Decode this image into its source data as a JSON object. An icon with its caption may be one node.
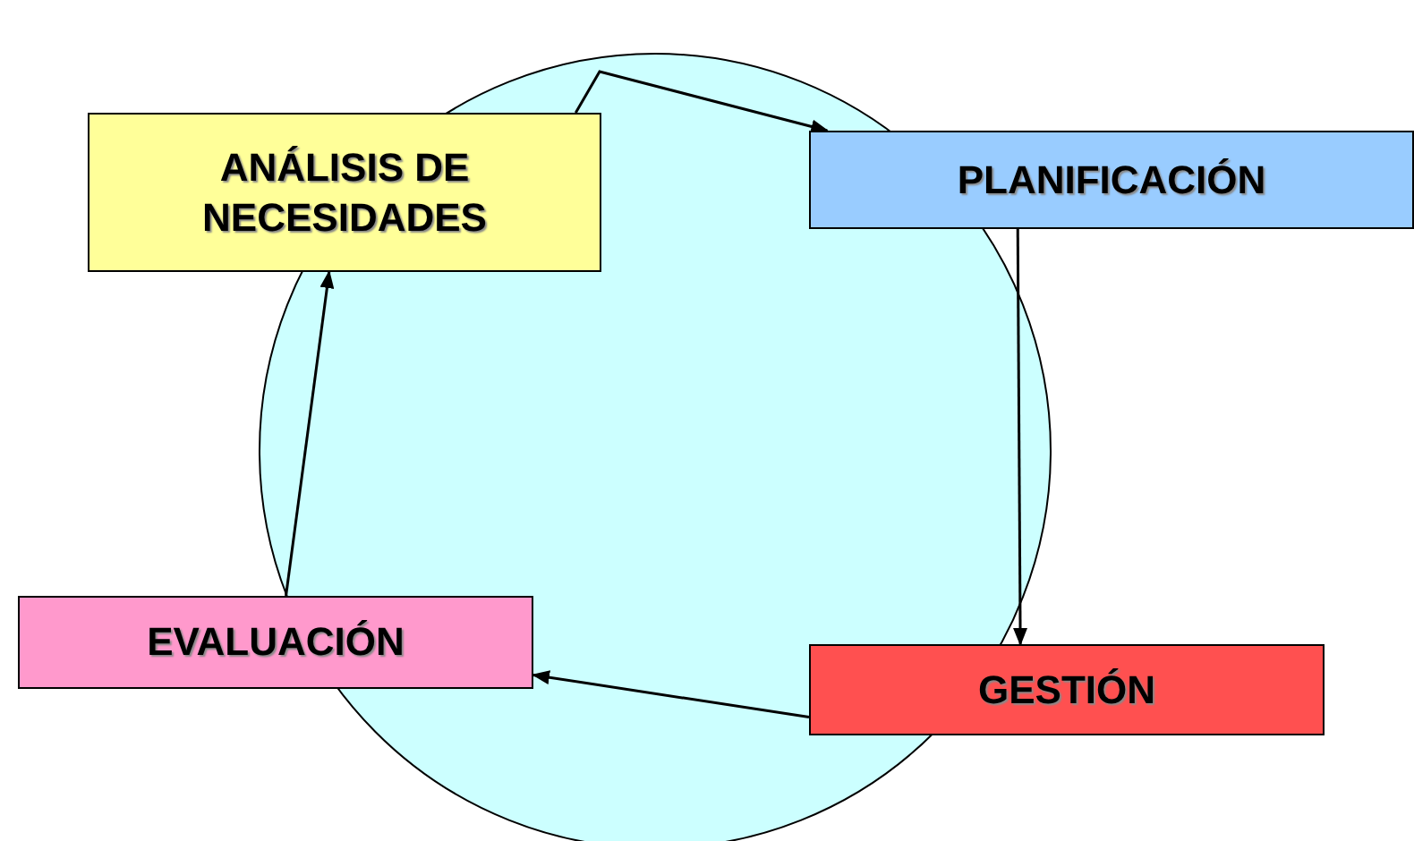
{
  "diagram": {
    "nodes": [
      {
        "text": [
          "ANÁLISIS DE NECESIDADES"
        ]
      },
      {
        "text": [
          "PLANIFICACIÓN"
        ]
      },
      {
        "text": [
          "GESTIÓN"
        ]
      },
      {
        "text": [
          "EVALUACIÓN"
        ]
      }
    ],
    "edges": [
      {
        "from": 0,
        "to": 1,
        "arrow": "to"
      },
      {
        "from": 1,
        "to": 2,
        "arrow": "to"
      },
      {
        "from": 2,
        "to": 3,
        "arrow": "to"
      },
      {
        "from": 3,
        "to": 0,
        "arrow": "to"
      }
    ]
  }
}
